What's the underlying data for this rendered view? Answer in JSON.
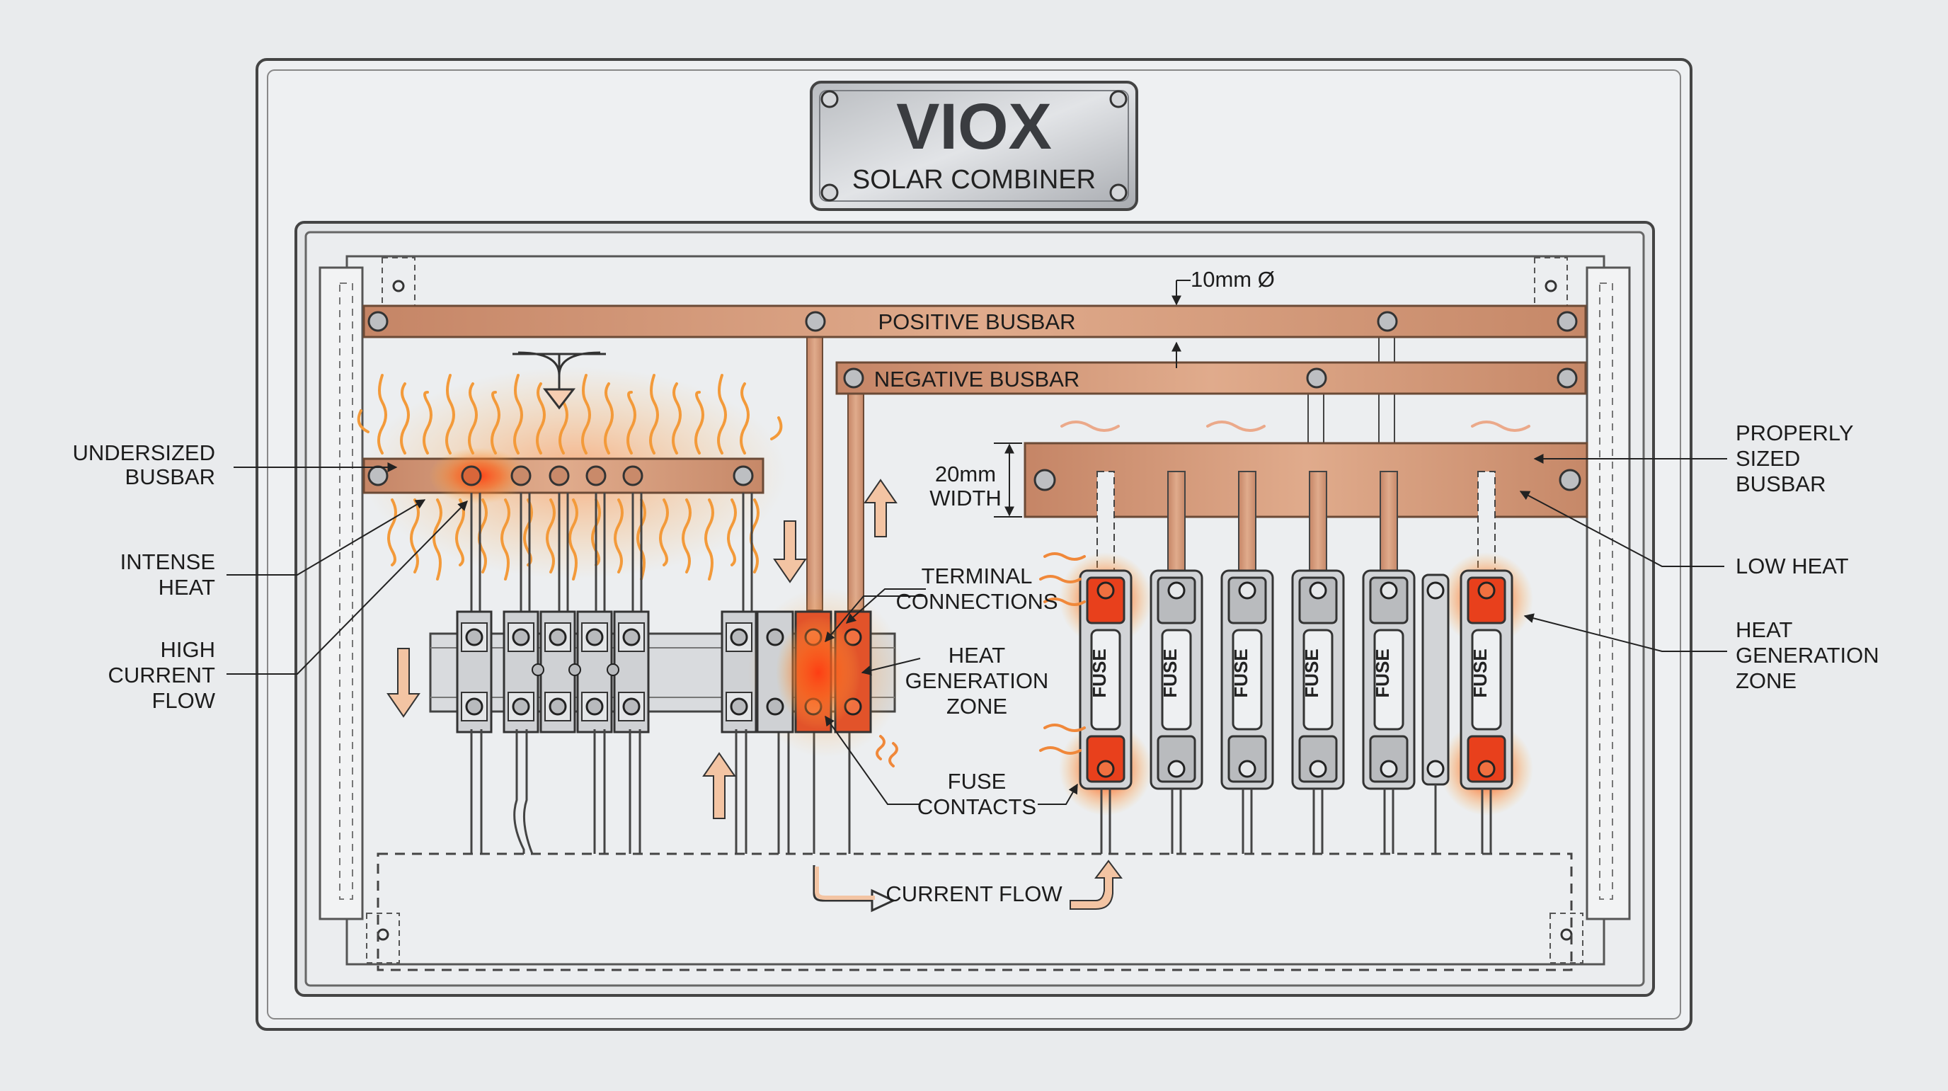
{
  "nameplate": {
    "brand": "VIOX",
    "subtitle": "SOLAR COMBINER"
  },
  "busbars": {
    "positive": "POSITIVE BUSBAR",
    "negative": "NEGATIVE BUSBAR"
  },
  "dimensions": {
    "diameter": "10mm Ø",
    "width_line1": "20mm",
    "width_line2": "WIDTH"
  },
  "labels": {
    "undersized": [
      "UNDERSIZED",
      "BUSBAR"
    ],
    "intense_heat": [
      "INTENSE",
      "HEAT"
    ],
    "high_current": [
      "HIGH",
      "CURRENT",
      "FLOW"
    ],
    "terminal": [
      "TERMINAL",
      "CONNECTIONS"
    ],
    "heat_zone_mid": [
      "HEAT",
      "GENERATION",
      "ZONE"
    ],
    "fuse_contacts": [
      "FUSE",
      "CONTACTS"
    ],
    "current_flow": "CURRENT FLOW",
    "properly_sized": [
      "PROPERLY",
      "SIZED",
      "BUSBAR"
    ],
    "low_heat": "LOW HEAT",
    "heat_zone_right": [
      "HEAT",
      "GENERATION",
      "ZONE"
    ]
  },
  "fuse_label": "FUSE",
  "colors": {
    "copper": "#cf9575",
    "copper_dark": "#8a5a40",
    "heat": "#e8401c",
    "heat_glow": "#ff8a2a",
    "arrow": "#f3c4a3",
    "outline": "#333333"
  }
}
